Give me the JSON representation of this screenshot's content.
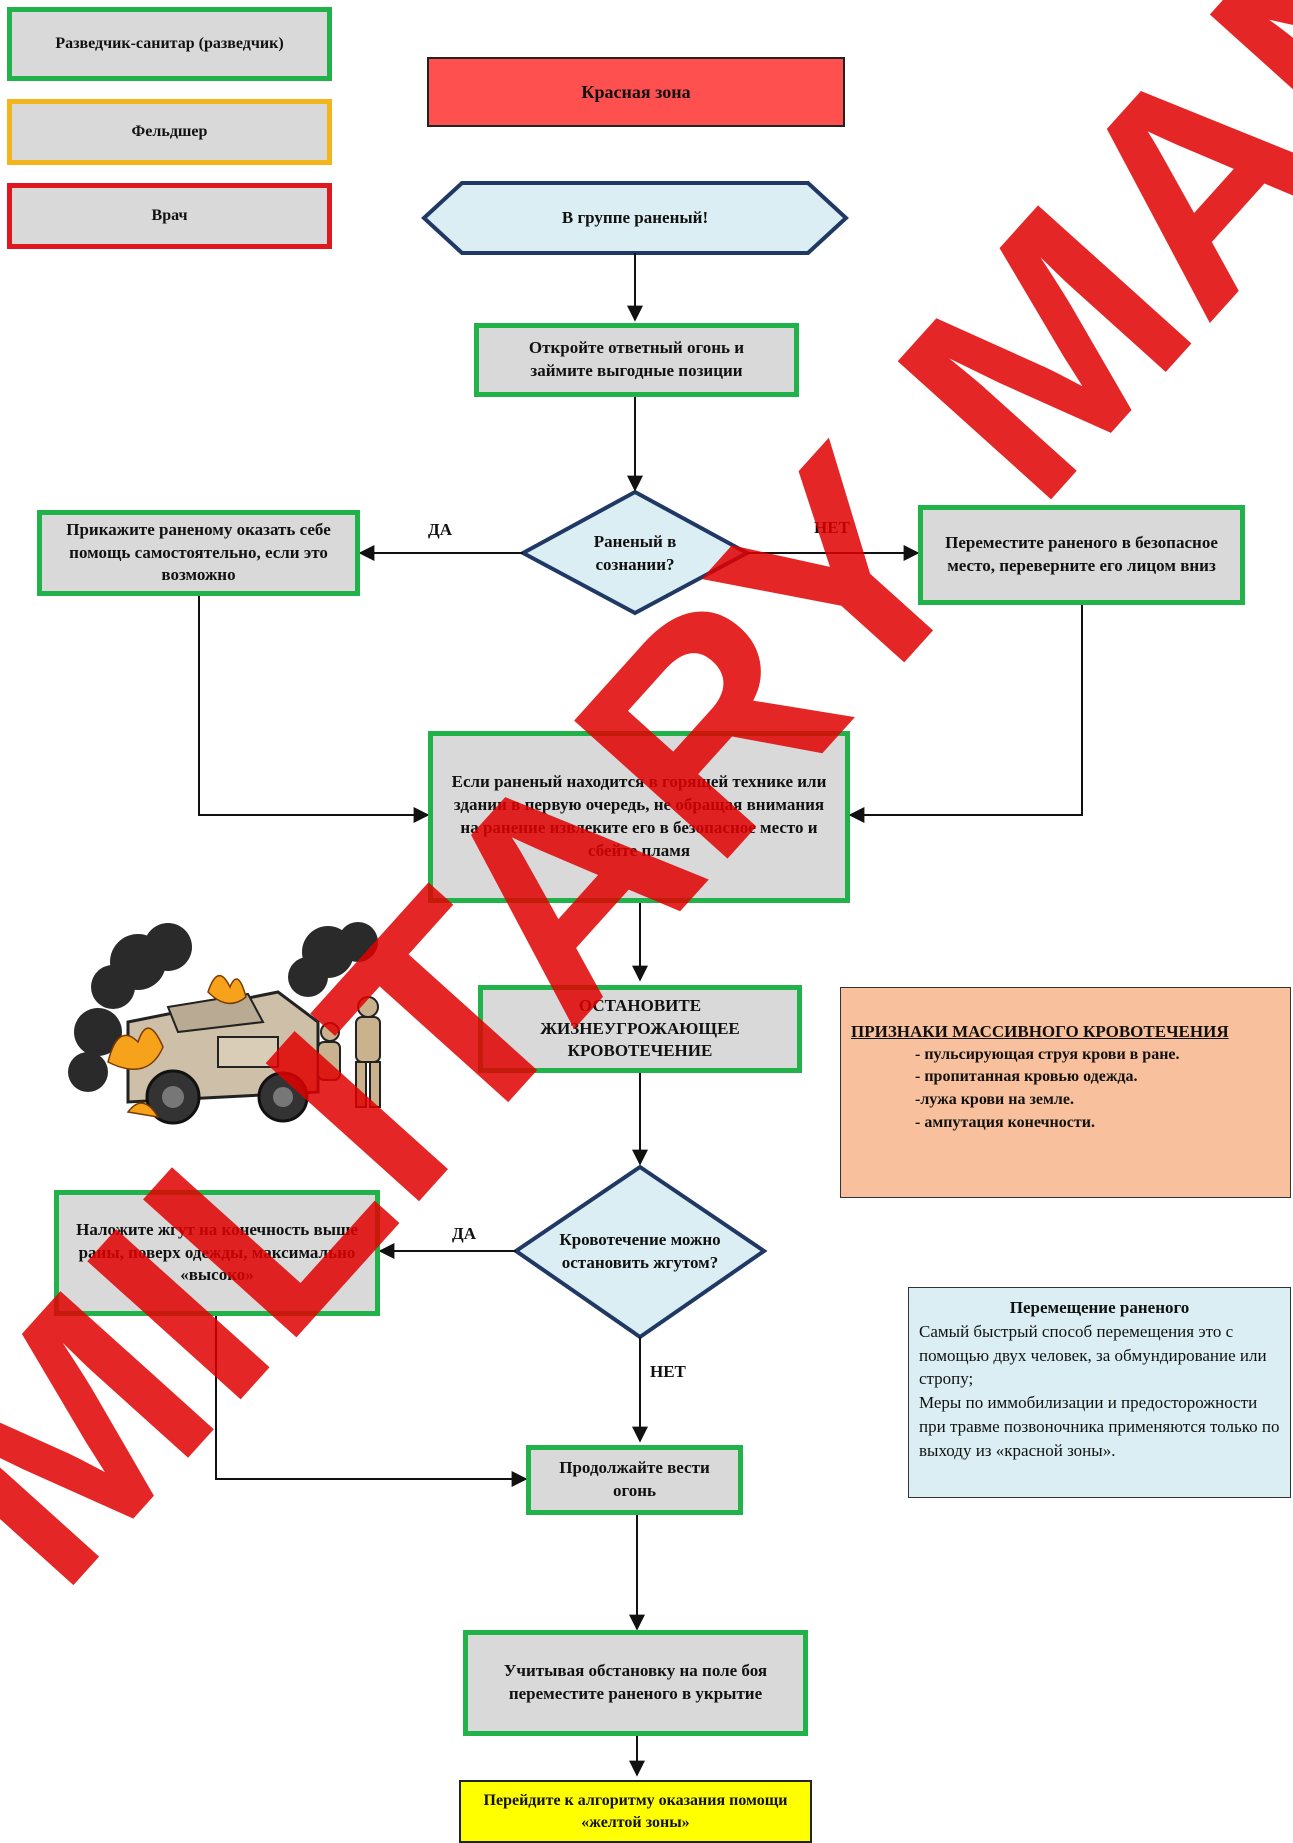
{
  "legend": {
    "scout": "Разведчик-санитар (разведчик)",
    "feldsher": "Фельдшер",
    "doctor": "Врач"
  },
  "colors": {
    "scout_border": "#21b24a",
    "feldsher_border": "#f2b61c",
    "doctor_border": "#e0171f",
    "red_zone_fill": "#ff5050",
    "box_fill": "#d9d9d9",
    "hexagon_fill": "#dbeef4",
    "decision_fill": "#dbeef4",
    "signs_fill": "#f8c09c",
    "info_fill": "#dbeef4",
    "final_fill": "#ffff00",
    "watermark": "#e00000"
  },
  "title": "Красная зона",
  "start": "В группе раненый!",
  "steps": {
    "return_fire": "Откройте ответный огонь и займите выгодные позиции",
    "self_help": "Прикажите раненому оказать себе помощь самостоятельно, если это возможно",
    "move_safe": "Переместите раненого в безопасное место, переверните его лицом вниз",
    "extract": "Если раненый находится в горящей технике или здании в первую очередь, не обращая внимания на ранение извлеките его в безопасное место и сбейте пламя",
    "stop_bleeding": "ОСТАНОВИТЕ ЖИЗНЕУГРОЖАЮЩЕЕ КРОВОТЕЧЕНИЕ",
    "tourniquet": "Наложите жгут на конечность выше раны, поверх одежды, максимально «высоко»",
    "continue_fire": "Продолжайте вести огонь",
    "cover": "Учитывая обстановку на поле боя переместите раненого в укрытие",
    "next_zone": "Перейдите к алгоритму оказания помощи «желтой зоны»"
  },
  "decisions": {
    "conscious": "Раненый в сознании?",
    "bleeding": "Кровотечение можно остановить жгутом?"
  },
  "labels": {
    "yes_1": "ДА",
    "no_1": "НЕТ",
    "yes_2": "ДА",
    "no_2": "НЕТ"
  },
  "signs": {
    "title": "ПРИЗНАКИ МАССИВНОГО КРОВОТЕЧЕНИЯ",
    "items": [
      "- пульсирующая струя крови в ране.",
      "- пропитанная кровью одежда.",
      "-лужа крови на земле.",
      "- ампутация конечности."
    ]
  },
  "movement": {
    "title": "Перемещение раненого",
    "text1": "Самый быстрый способ перемещения это с помощью двух человек, за обмундирование или стропу;",
    "text2": "Меры по иммобилизации и предосторожности при травме позвоночника применяются только по выходу из «красной зоны»."
  },
  "illustration": "burning-vehicle-rescue-illustration",
  "watermark": "MILITARY MANUAL"
}
